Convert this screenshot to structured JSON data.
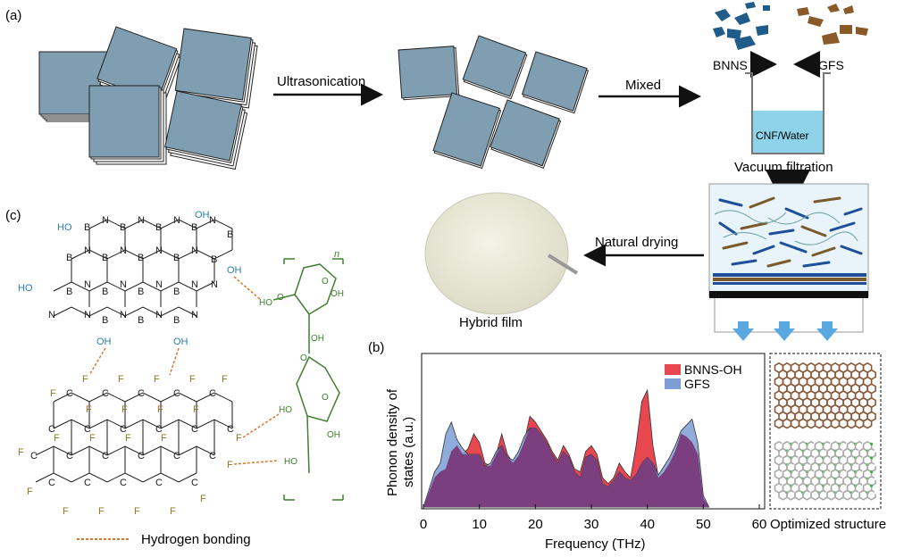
{
  "panel_labels": {
    "a": "(a)",
    "b": "(b)",
    "c": "(c)"
  },
  "process": {
    "step_ultrasonication": "Ultrasonication",
    "step_mixed": "Mixed",
    "bnns": "BNNS",
    "gfs": "GFS",
    "beaker_liquid": "CNF/Water",
    "step_vacuum": "Vacuum filtration",
    "step_drying": "Natural drying",
    "film_caption": "Hybrid film"
  },
  "structure": {
    "legend_hbond": "Hydrogen bonding",
    "oh": "OH",
    "ho": "HO",
    "n_label": "n",
    "colors": {
      "hydroxyl": "#2a7fb0",
      "bn": "#1a1a1a",
      "fluoro": "#8a7a20",
      "cellulose": "#3f7f2f",
      "hbond": "#d9782a"
    }
  },
  "chart": {
    "ylabel_line1": "Phonon density of",
    "ylabel_line2": "states (a.u.)",
    "xlabel": "Frequency (THz)",
    "optimized_label": "Optimized structure"
  },
  "chart_data": {
    "type": "area",
    "title": "",
    "xlabel": "Frequency (THz)",
    "ylabel": "Phonon density of states (a.u.)",
    "xlim": [
      0,
      60
    ],
    "ylim": [
      0,
      1
    ],
    "xticks": [
      "0",
      "10",
      "20",
      "30",
      "40",
      "50",
      "60"
    ],
    "xtick_values": [
      0,
      10,
      20,
      30,
      40,
      50,
      60
    ],
    "legend_position": "top-right",
    "series": [
      {
        "name": "BNNS-OH",
        "color": "#e8474f",
        "x": [
          0,
          1,
          2,
          3,
          4,
          5,
          6,
          7,
          8,
          9,
          10,
          11,
          12,
          13,
          14,
          15,
          16,
          17,
          18,
          19,
          20,
          21,
          22,
          23,
          24,
          25,
          26,
          27,
          28,
          29,
          30,
          31,
          32,
          33,
          34,
          35,
          36,
          37,
          38,
          39,
          40,
          41,
          42,
          43,
          44,
          45,
          46,
          47,
          48,
          49,
          50,
          51
        ],
        "y": [
          0,
          0.1,
          0.2,
          0.24,
          0.26,
          0.38,
          0.42,
          0.36,
          0.4,
          0.5,
          0.44,
          0.3,
          0.28,
          0.36,
          0.5,
          0.36,
          0.3,
          0.35,
          0.44,
          0.62,
          0.58,
          0.52,
          0.46,
          0.38,
          0.32,
          0.42,
          0.36,
          0.26,
          0.24,
          0.38,
          0.42,
          0.36,
          0.2,
          0.16,
          0.2,
          0.3,
          0.24,
          0.2,
          0.42,
          0.72,
          0.8,
          0.42,
          0.2,
          0.24,
          0.3,
          0.38,
          0.5,
          0.48,
          0.44,
          0.36,
          0.06,
          0
        ]
      },
      {
        "name": "GFS",
        "color": "#7c9ed4",
        "x": [
          0,
          1,
          2,
          3,
          4,
          5,
          6,
          7,
          8,
          9,
          10,
          11,
          12,
          13,
          14,
          15,
          16,
          17,
          18,
          19,
          20,
          21,
          22,
          23,
          24,
          25,
          26,
          27,
          28,
          29,
          30,
          31,
          32,
          33,
          34,
          35,
          36,
          37,
          38,
          39,
          40,
          41,
          42,
          43,
          44,
          45,
          46,
          47,
          48,
          49,
          50,
          51
        ],
        "y": [
          0,
          0.12,
          0.24,
          0.3,
          0.5,
          0.58,
          0.46,
          0.4,
          0.36,
          0.36,
          0.36,
          0.28,
          0.3,
          0.38,
          0.42,
          0.34,
          0.32,
          0.38,
          0.48,
          0.54,
          0.54,
          0.5,
          0.44,
          0.36,
          0.3,
          0.38,
          0.34,
          0.24,
          0.2,
          0.34,
          0.36,
          0.32,
          0.16,
          0.14,
          0.18,
          0.24,
          0.2,
          0.18,
          0.22,
          0.3,
          0.34,
          0.3,
          0.22,
          0.28,
          0.34,
          0.42,
          0.52,
          0.56,
          0.6,
          0.44,
          0.08,
          0
        ]
      }
    ],
    "overlap_color": "#7b3f7f"
  }
}
